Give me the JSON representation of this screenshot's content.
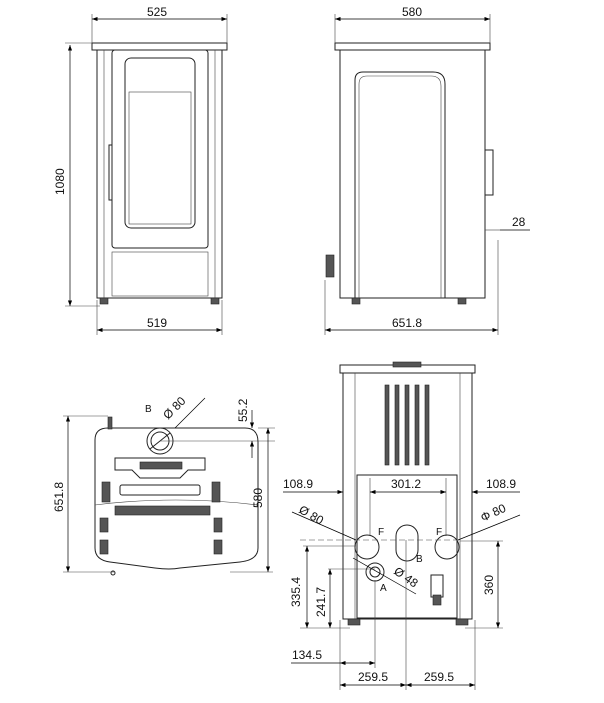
{
  "front_view": {
    "width_top": "525",
    "height": "1080",
    "width_bottom": "519"
  },
  "side_view": {
    "width_top": "580",
    "depth_bottom": "651.8",
    "offset": "28"
  },
  "top_view": {
    "depth": "651.8",
    "body_depth": "580",
    "flue_offset": "55.2",
    "flue_label": "B",
    "flue_diameter": "Ø 80"
  },
  "rear_view": {
    "left_margin": "108.9",
    "center_span": "301.2",
    "right_margin": "108.9",
    "left_pipe_diameter": "Ø 80",
    "right_pipe_diameter": "Φ 80",
    "pipe_label_left": "F",
    "pipe_label_right": "F",
    "oval_label": "B",
    "inlet_label": "A",
    "inlet_diameter": "Ø 48",
    "height_360": "360",
    "height_335": "335.4",
    "height_241": "241.7",
    "offset_134": "134.5",
    "half_width_left": "259.5",
    "half_width_right": "259.5"
  }
}
